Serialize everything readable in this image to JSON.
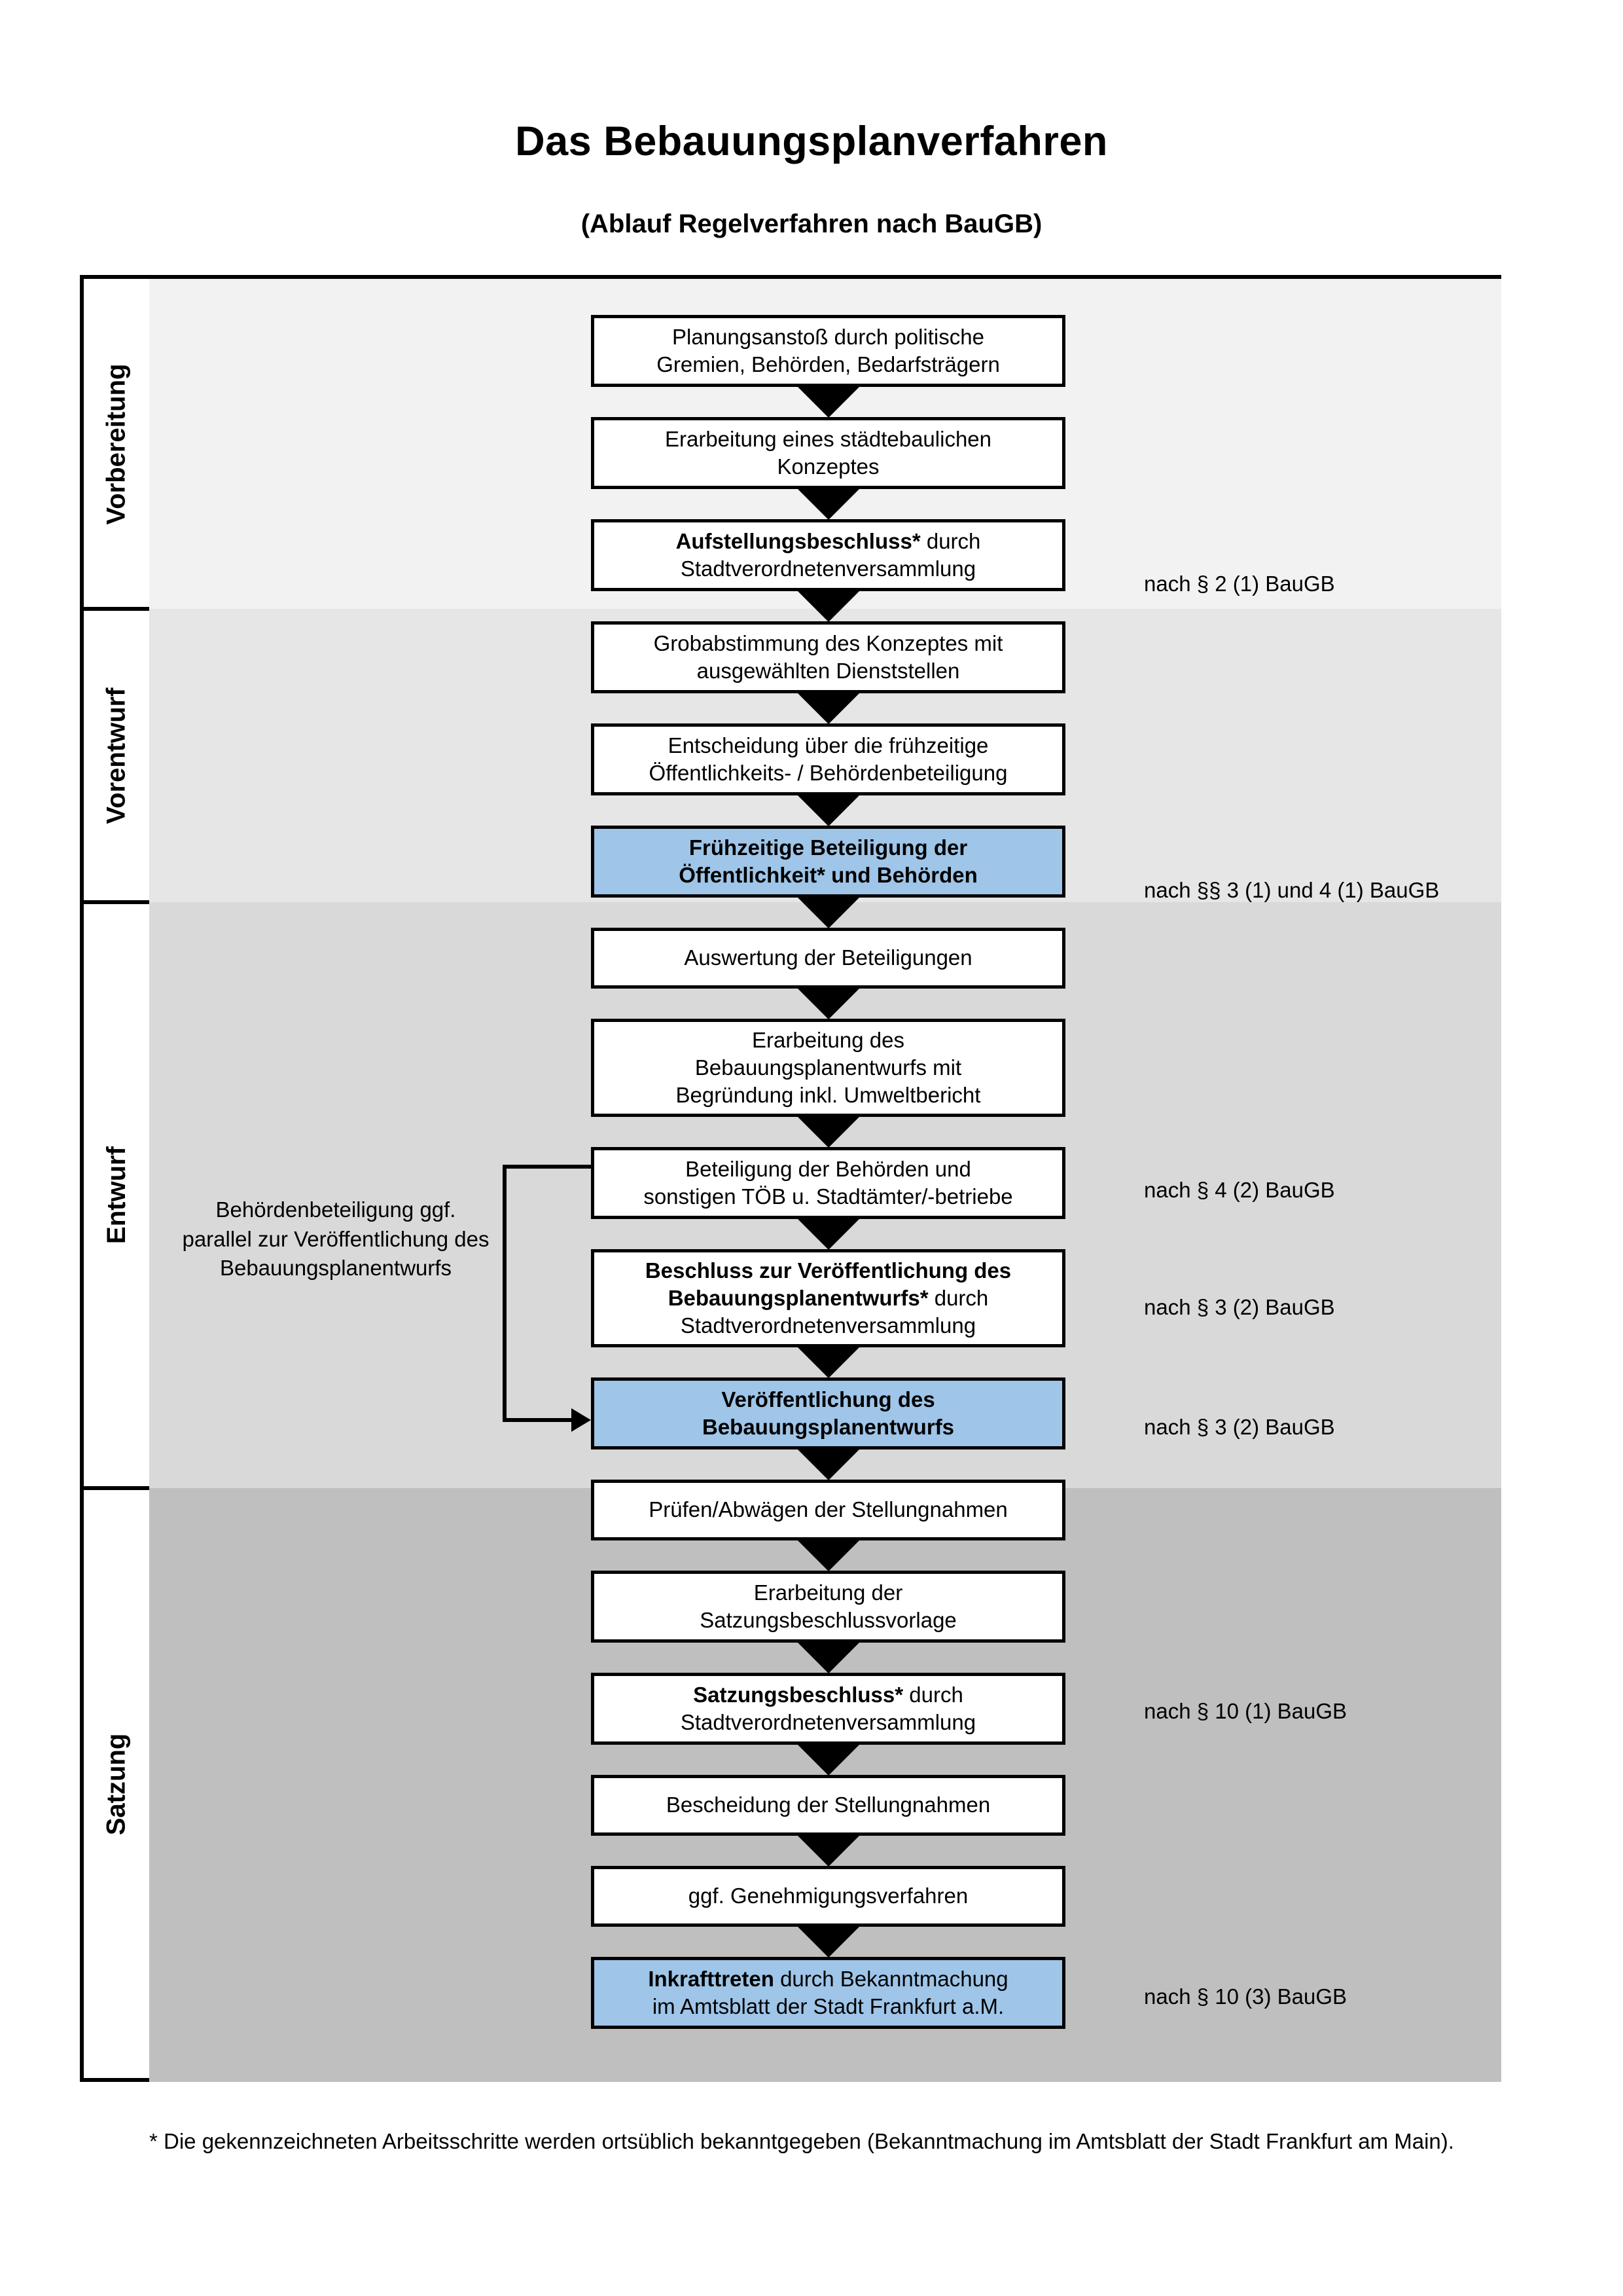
{
  "header": {
    "title": "Das Bebauungsplanverfahren",
    "subtitle": "(Ablauf Regelverfahren nach BauGB)"
  },
  "colors": {
    "highlight_blue": "#9FC5E8",
    "band_vorbereitung": "#F2F2F2",
    "band_vorentwurf": "#E6E6E6",
    "band_entwurf": "#D9D9D9",
    "band_satzung": "#BFBFBF",
    "outline": "#000000"
  },
  "phases": [
    {
      "label": "Vorbereitung"
    },
    {
      "label": "Vorentwurf"
    },
    {
      "label": "Entwurf"
    },
    {
      "label": "Satzung"
    }
  ],
  "steps": [
    {
      "id": "planungsanstoss",
      "lines": [
        [
          {
            "t": "Planungsanstoß durch politische",
            "b": false
          }
        ],
        [
          {
            "t": "Gremien, Behörden, Bedarfsträgern",
            "b": false
          }
        ]
      ],
      "highlight": false
    },
    {
      "id": "staedtebauliches-konzept",
      "lines": [
        [
          {
            "t": "Erarbeitung eines städtebaulichen",
            "b": false
          }
        ],
        [
          {
            "t": "Konzeptes",
            "b": false
          }
        ]
      ],
      "highlight": false
    },
    {
      "id": "aufstellungsbeschluss",
      "lines": [
        [
          {
            "t": "Aufstellungsbeschluss*",
            "b": true
          },
          {
            "t": " durch",
            "b": false
          }
        ],
        [
          {
            "t": "Stadtverordnetenversammlung",
            "b": false
          }
        ]
      ],
      "highlight": false
    },
    {
      "id": "grobabstimmung",
      "lines": [
        [
          {
            "t": "Grobabstimmung des Konzeptes mit",
            "b": false
          }
        ],
        [
          {
            "t": "ausgewählten Dienststellen",
            "b": false
          }
        ]
      ],
      "highlight": false
    },
    {
      "id": "entscheidung-fruehzeitige-beteiligung",
      "lines": [
        [
          {
            "t": "Entscheidung über die frühzeitige",
            "b": false
          }
        ],
        [
          {
            "t": "Öffentlichkeits- / Behördenbeteiligung",
            "b": false
          }
        ]
      ],
      "highlight": false
    },
    {
      "id": "fruehzeitige-beteiligung",
      "lines": [
        [
          {
            "t": "Frühzeitige Beteiligung der",
            "b": true
          }
        ],
        [
          {
            "t": "Öffentlichkeit* und Behörden",
            "b": true
          }
        ]
      ],
      "highlight": true
    },
    {
      "id": "auswertung-beteiligungen",
      "lines": [
        [
          {
            "t": "Auswertung der Beteiligungen",
            "b": false
          }
        ]
      ],
      "highlight": false
    },
    {
      "id": "erarbeitung-bebauungsplanentwurf",
      "lines": [
        [
          {
            "t": "Erarbeitung des",
            "b": false
          }
        ],
        [
          {
            "t": "Bebauungsplanentwurfs mit",
            "b": false
          }
        ],
        [
          {
            "t": "Begründung inkl. Umweltbericht",
            "b": false
          }
        ]
      ],
      "highlight": false
    },
    {
      "id": "beteiligung-behoerden-toeb",
      "lines": [
        [
          {
            "t": "Beteiligung der Behörden und",
            "b": false
          }
        ],
        [
          {
            "t": "sonstigen TÖB u. Stadtämter/-betriebe",
            "b": false
          }
        ]
      ],
      "highlight": false
    },
    {
      "id": "beschluss-veroeffentlichung",
      "lines": [
        [
          {
            "t": "Beschluss zur Veröffentlichung des",
            "b": true
          }
        ],
        [
          {
            "t": "Bebauungsplanentwurfs*",
            "b": true
          },
          {
            "t": " durch",
            "b": false
          }
        ],
        [
          {
            "t": "Stadtverordnetenversammlung",
            "b": false
          }
        ]
      ],
      "highlight": false
    },
    {
      "id": "veroeffentlichung-bebauungsplanentwurf",
      "lines": [
        [
          {
            "t": "Veröffentlichung des",
            "b": true
          }
        ],
        [
          {
            "t": "Bebauungsplanentwurfs",
            "b": true
          }
        ]
      ],
      "highlight": true
    },
    {
      "id": "pruefen-abwaegen",
      "lines": [
        [
          {
            "t": "Prüfen/Abwägen der Stellungnahmen",
            "b": false
          }
        ]
      ],
      "highlight": false
    },
    {
      "id": "erarbeitung-satzungsbeschlussvorlage",
      "lines": [
        [
          {
            "t": "Erarbeitung der",
            "b": false
          }
        ],
        [
          {
            "t": "Satzungsbeschlussvorlage",
            "b": false
          }
        ]
      ],
      "highlight": false
    },
    {
      "id": "satzungsbeschluss",
      "lines": [
        [
          {
            "t": "Satzungsbeschluss*",
            "b": true
          },
          {
            "t": " durch",
            "b": false
          }
        ],
        [
          {
            "t": "Stadtverordnetenversammlung",
            "b": false
          }
        ]
      ],
      "highlight": false
    },
    {
      "id": "bescheidung-stellungnahmen",
      "lines": [
        [
          {
            "t": "Bescheidung der Stellungnahmen",
            "b": false
          }
        ]
      ],
      "highlight": false
    },
    {
      "id": "genehmigungsverfahren",
      "lines": [
        [
          {
            "t": "ggf. Genehmigungsverfahren",
            "b": false
          }
        ]
      ],
      "highlight": false
    },
    {
      "id": "inkrafttreten",
      "lines": [
        [
          {
            "t": "Inkrafttreten",
            "b": true
          },
          {
            "t": " durch Bekanntmachung",
            "b": false
          }
        ],
        [
          {
            "t": "im Amtsblatt der Stadt Frankfurt a.M.",
            "b": false
          }
        ]
      ],
      "highlight": true
    }
  ],
  "side_notes": [
    {
      "id": "note-par-2-1",
      "text": "nach § 2 (1) BauGB"
    },
    {
      "id": "note-par-3-1-4-1",
      "text": "nach §§ 3 (1) und 4 (1) BauGB"
    },
    {
      "id": "note-par-4-2",
      "text": "nach § 4 (2) BauGB"
    },
    {
      "id": "note-par-3-2-a",
      "text": "nach § 3 (2) BauGB"
    },
    {
      "id": "note-par-3-2-b",
      "text": "nach § 3 (2) BauGB"
    },
    {
      "id": "note-par-10-1",
      "text": "nach § 10 (1) BauGB"
    },
    {
      "id": "note-par-10-3",
      "text": "nach § 10 (3) BauGB"
    }
  ],
  "left_note": {
    "lines": [
      "Behördenbeteiligung",
      "ggf. parallel zur",
      "Veröffentlichung des",
      "Bebauungsplanentwurfs"
    ]
  },
  "footnote": {
    "text": "* Die gekennzeichneten Arbeitsschritte werden ortsüblich bekanntgegeben (Bekanntmachung im Amtsblatt  der Stadt Frankfurt am Main)."
  }
}
